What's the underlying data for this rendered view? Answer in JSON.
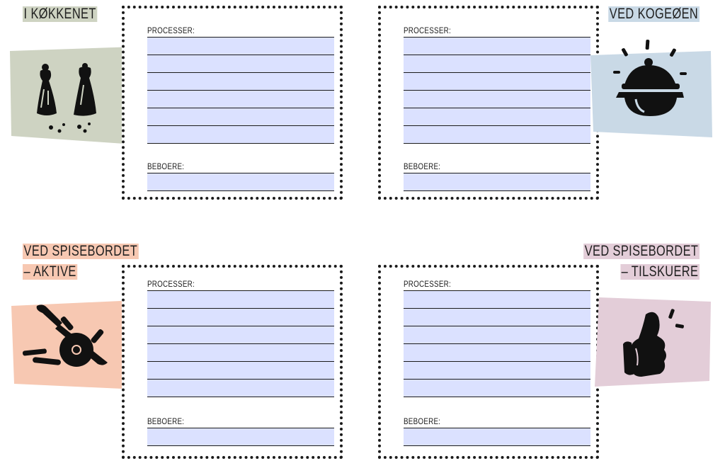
{
  "sections": [
    {
      "id": "kitchen",
      "title": [
        "I KØKKENET"
      ],
      "color": "#ced3c2",
      "icon": "salt-pepper-icon"
    },
    {
      "id": "stove",
      "title": [
        "VED KOGEØEN"
      ],
      "color": "#c9d9e6",
      "icon": "cooking-pot-icon"
    },
    {
      "id": "dining-active",
      "title": [
        "VED SPISEBORDET",
        "– AKTIVE"
      ],
      "color": "#f7c8b2",
      "icon": "knife-tomato-icon"
    },
    {
      "id": "dining-watchers",
      "title": [
        "VED SPISEBORDET",
        "– TILSKUERE"
      ],
      "color": "#e3cdd8",
      "icon": "thumbs-up-icon"
    }
  ],
  "form": {
    "processes_label": "PROCESSER:",
    "residents_label": "BEBOERE:"
  }
}
